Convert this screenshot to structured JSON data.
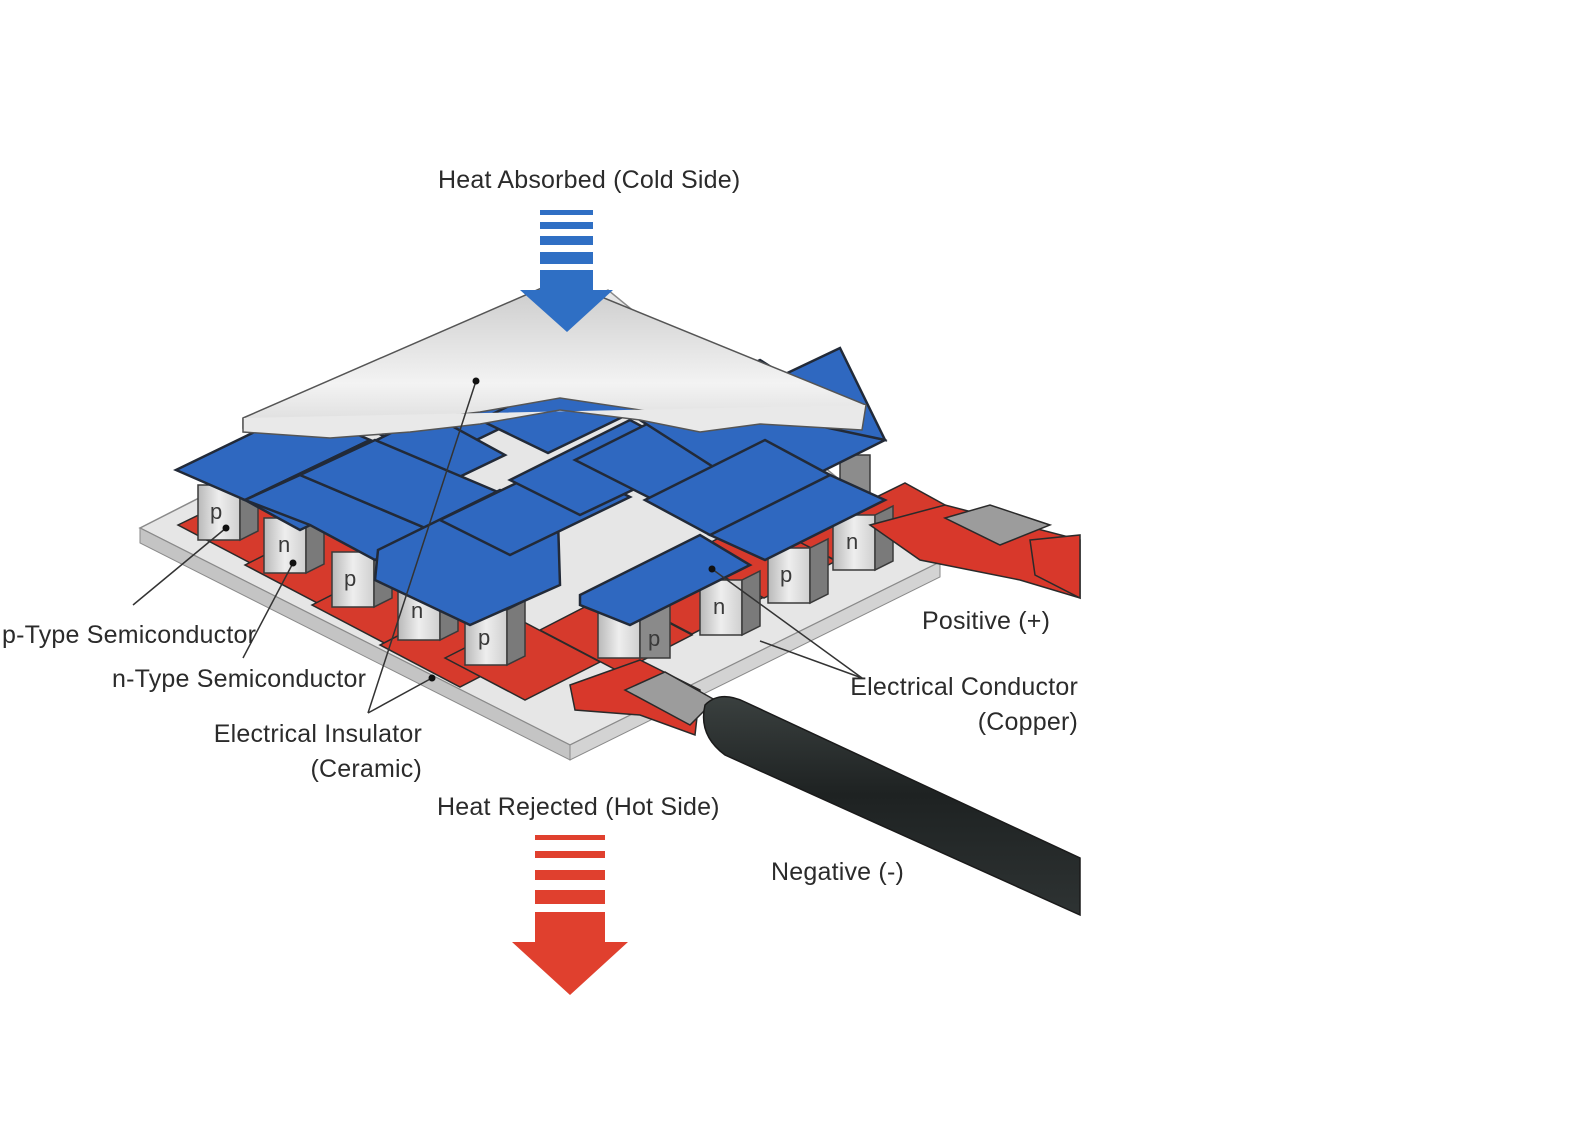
{
  "labels": {
    "heat_absorbed": "Heat Absorbed (Cold Side)",
    "heat_rejected": "Heat Rejected (Hot Side)",
    "p_type": "p-Type Semiconductor",
    "n_type": "n-Type Semiconductor",
    "insulator_line1": "Electrical Insulator",
    "insulator_line2": "(Ceramic)",
    "conductor_line1": "Electrical Conductor",
    "conductor_line2": "(Copper)",
    "positive": "Positive (+)",
    "negative": "Negative (-)"
  },
  "pellet_letters": {
    "p": "p",
    "n": "n"
  },
  "colors": {
    "cold_arrow": "#2f6fc4",
    "hot_arrow": "#e0402e",
    "conductor_blue": "#2f68c0",
    "conductor_red": "#d63a2c",
    "ceramic": "#e2e2e2",
    "wire_black": "#262a2a",
    "wire_red": "#d8382b"
  }
}
